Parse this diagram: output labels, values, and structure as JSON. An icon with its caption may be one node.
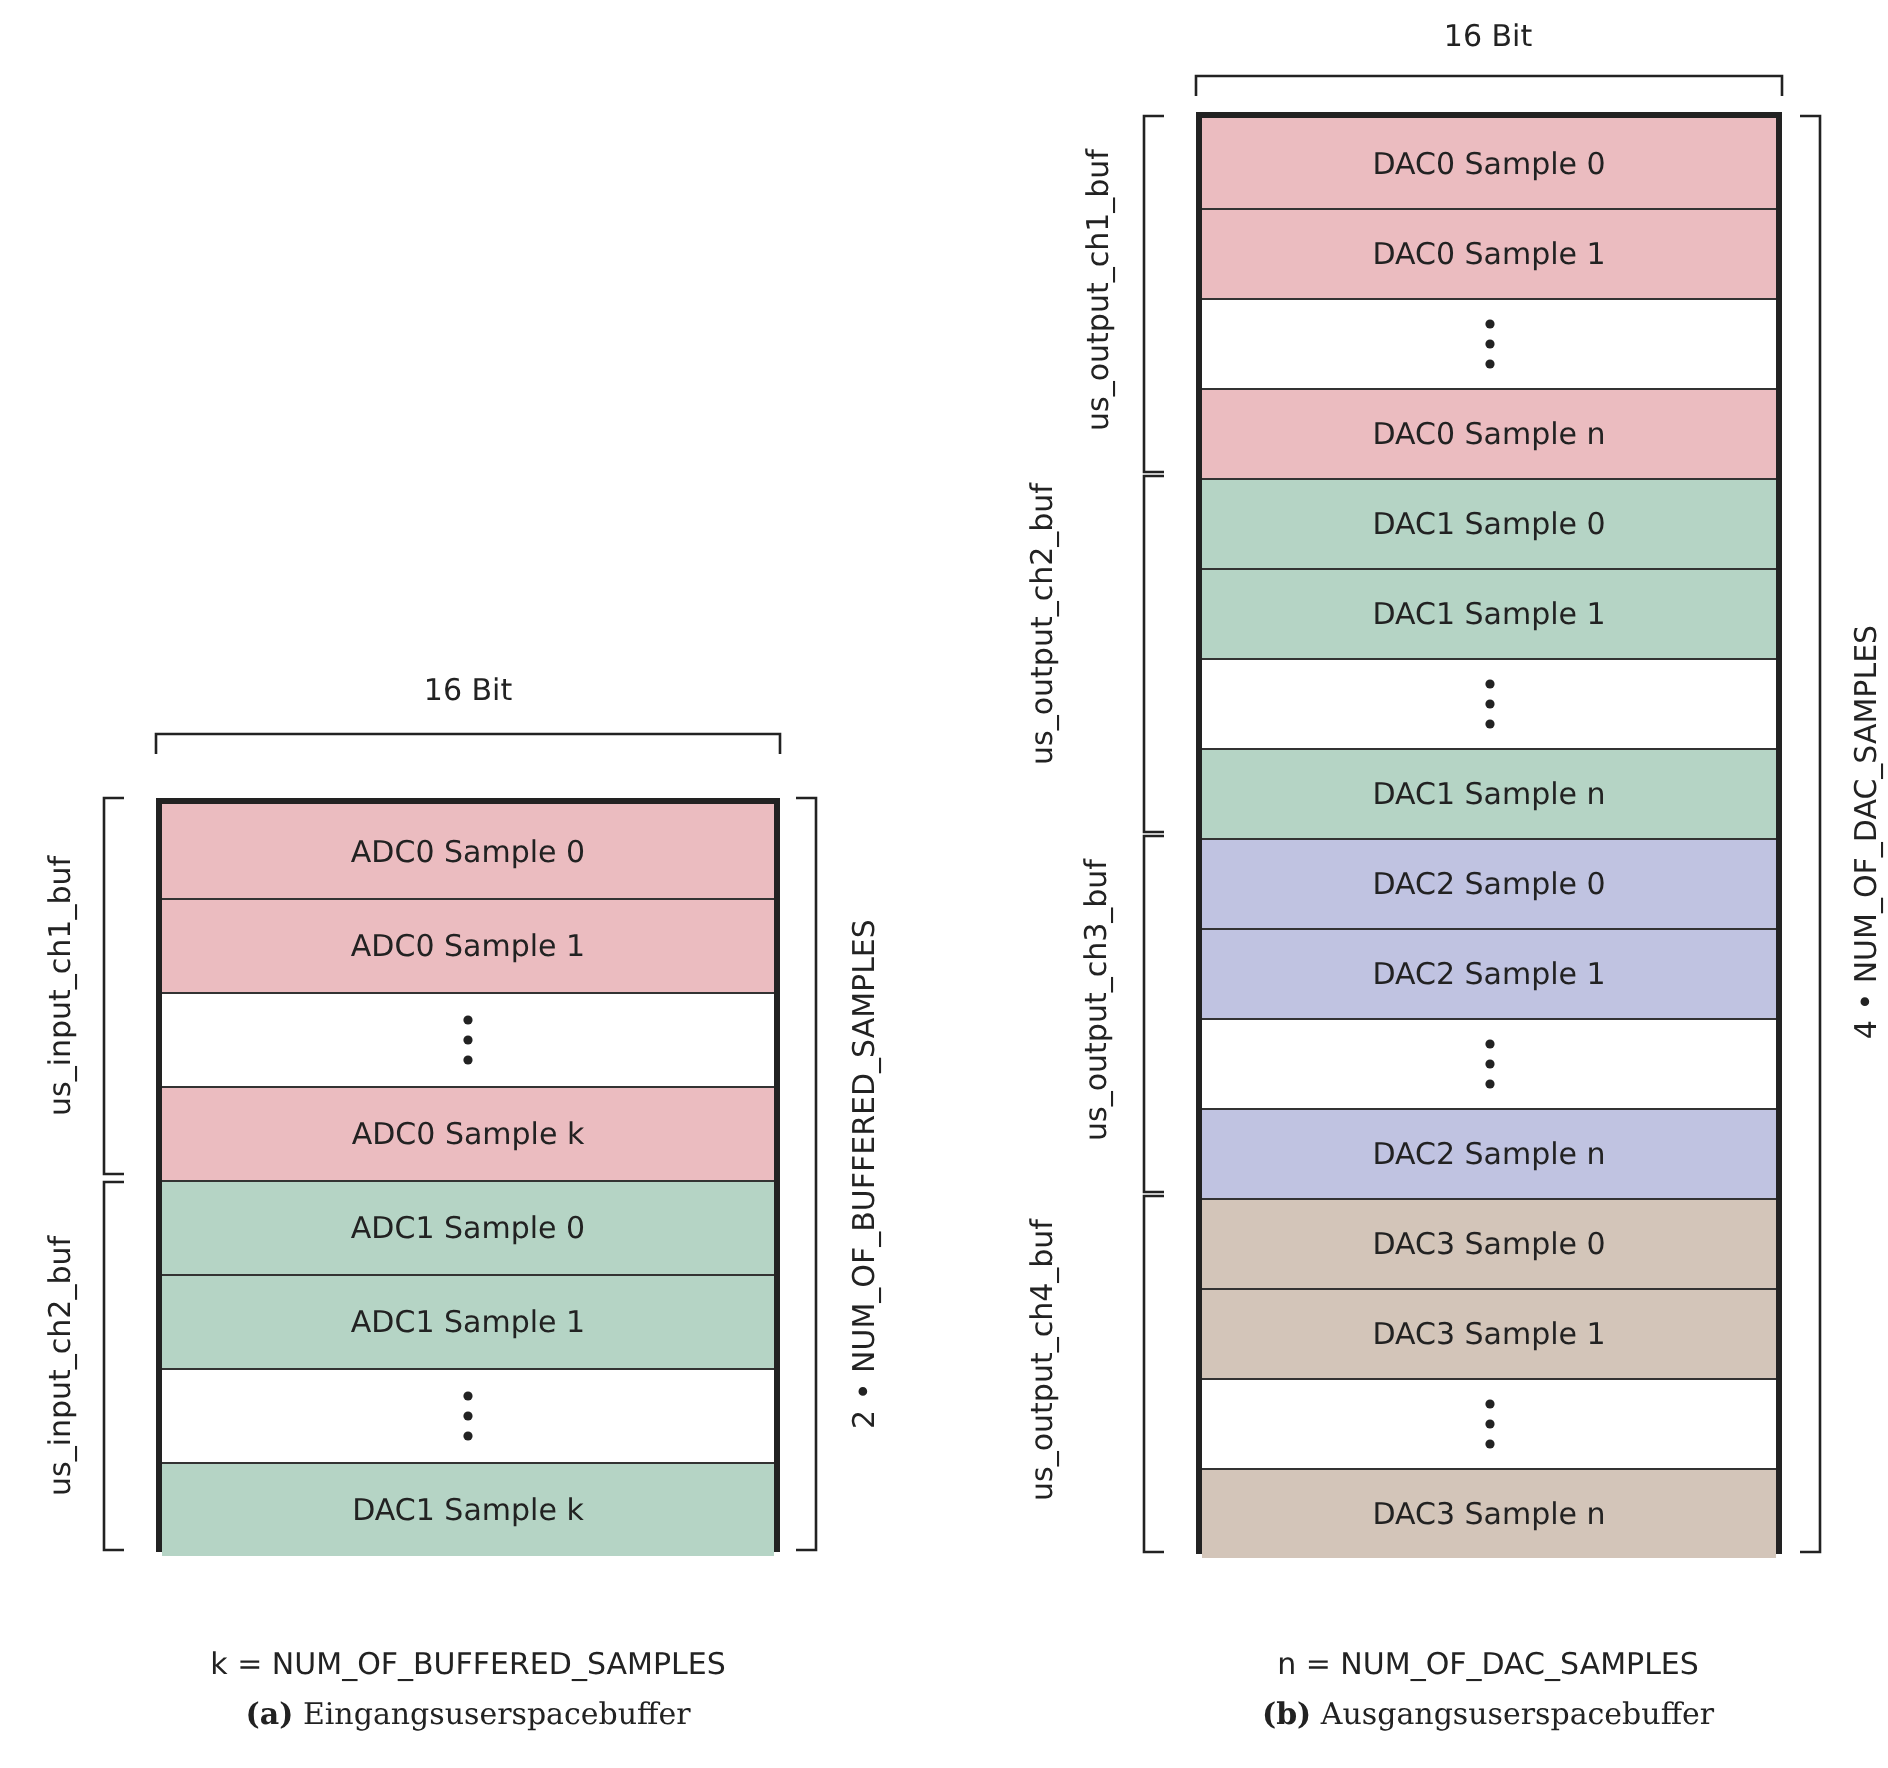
{
  "diagram": {
    "nodes": [
      {
        "text": [],
        "shape": "box"
      },
      {
        "text": [
          "ADC0 Sample 0"
        ],
        "in": 0
      },
      {
        "text": [
          "ADC0 Sample 1"
        ],
        "in": 0
      },
      {
        "text": [],
        "shape": "box",
        "in": 0
      },
      {
        "text": [
          "ADC0 Sample k"
        ],
        "in": 0
      },
      {
        "text": [
          "ADC1 Sample 0"
        ],
        "in": 0
      },
      {
        "text": [
          "ADC1 Sample 1"
        ],
        "in": 0
      },
      {
        "text": [],
        "shape": "box",
        "in": 0
      },
      {
        "text": [
          "DAC1 Sample k"
        ],
        "in": 0
      },
      {
        "text": [],
        "shape": "box"
      },
      {
        "text": [
          "DAC0 Sample 0"
        ],
        "in": 9
      },
      {
        "text": [
          "DAC0 Sample 1"
        ],
        "in": 9
      },
      {
        "text": [],
        "shape": "box",
        "in": 9
      },
      {
        "text": [
          "DAC0 Sample n"
        ],
        "in": 9
      },
      {
        "text": [
          "DAC1 Sample 0"
        ],
        "in": 9
      },
      {
        "text": [
          "DAC1 Sample 1"
        ],
        "in": 9
      },
      {
        "text": [],
        "shape": "box",
        "in": 9
      },
      {
        "text": [
          "DAC1 Sample n"
        ],
        "in": 9
      },
      {
        "text": [
          "DAC2 Sample 0"
        ],
        "in": 9
      },
      {
        "text": [
          "DAC2 Sample 1"
        ],
        "in": 9
      },
      {
        "text": [],
        "shape": "box",
        "in": 9
      },
      {
        "text": [
          "DAC2 Sample n"
        ],
        "in": 9
      },
      {
        "text": [
          "DAC3 Sample 0"
        ],
        "in": 9
      },
      {
        "text": [
          "DAC3 Sample 1"
        ],
        "in": 9
      },
      {
        "text": [],
        "shape": "box",
        "in": 9
      },
      {
        "text": [
          "DAC3 Sample n"
        ],
        "in": 9
      }
    ],
    "edges": [],
    "labels": [
      "16 Bit",
      "us_output_ch1_buf",
      "us_output_ch2_buf",
      "4 • NUM_OF_DAC_SAMPLES",
      "us_output_ch3_buf",
      "us_output_ch4_buf",
      "16 Bit",
      "us_input_ch1_buf",
      "2 • NUM_OF_BUFFERED_SAMPLES",
      "us_input_ch2_buf",
      "k = NUM_OF_BUFFERED_SAMPLES",
      "n = NUM_OF_DAC_SAMPLES",
      "**(a)** Eingangsuserspacebuffer",
      "**(b)** Ausgangsuserspacebuffer"
    ]
  }
}
